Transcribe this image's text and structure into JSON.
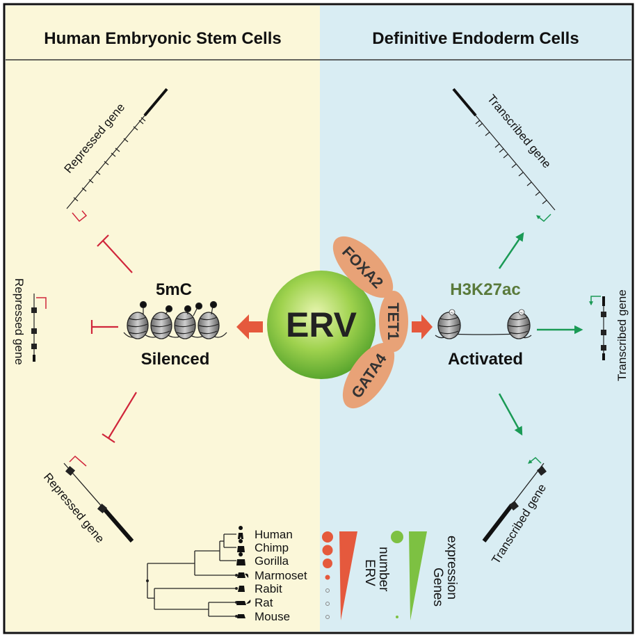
{
  "headers": {
    "left": "Human Embryonic Stem Cells",
    "right": "Definitive Endoderm Cells"
  },
  "center": {
    "erv": "ERV",
    "factors": [
      "FOXA2",
      "TET1",
      "GATA4"
    ]
  },
  "left_state": {
    "mark": "5mC",
    "status": "Silenced",
    "gene_label": "Repressed gene"
  },
  "right_state": {
    "mark": "H3K27ac",
    "status": "Activated",
    "gene_label": "Transcribed gene",
    "acetyl": "Ac"
  },
  "species": [
    "Human",
    "Chimp",
    "Gorilla",
    "Marmoset",
    "Rabit",
    "Rat",
    "Mouse"
  ],
  "legend": {
    "erv_line1": "ERV",
    "erv_line2": "number",
    "genes_line1": "Genes",
    "genes_line2": "expression"
  },
  "colors": {
    "left_bg": "#fbf7d9",
    "right_bg": "#d9edf3",
    "repress": "#d0263b",
    "activate": "#1a9a55",
    "arrow_orange": "#e5593d",
    "protein": "#e8a277",
    "mark_green": "#5a7a3b",
    "erv_green": "#7dc142"
  }
}
